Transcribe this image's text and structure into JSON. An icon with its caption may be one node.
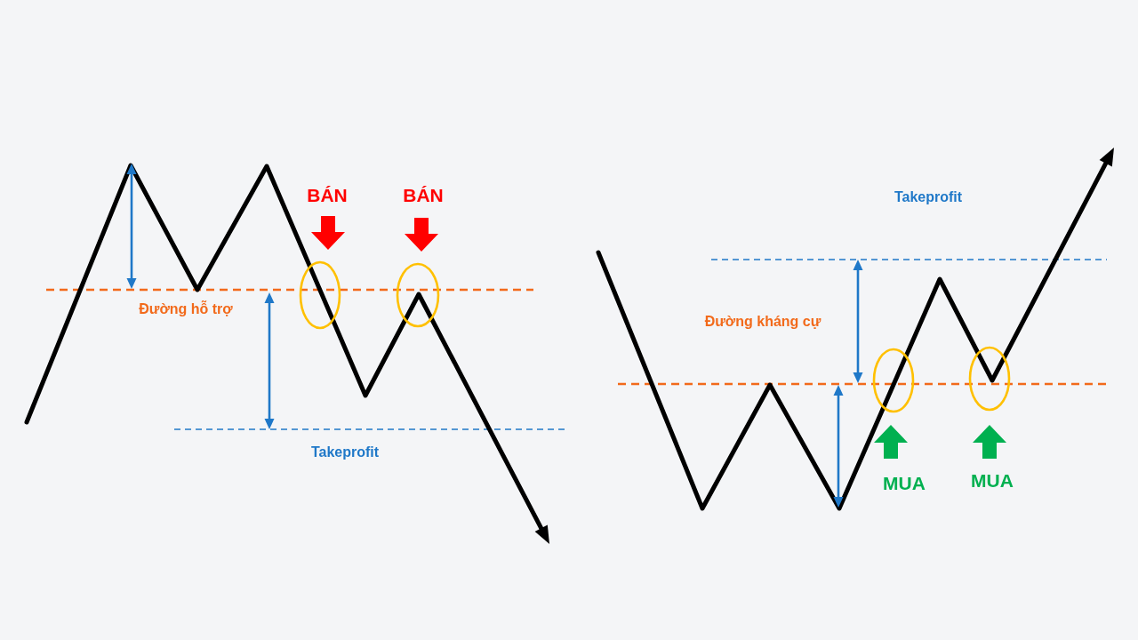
{
  "diagram": {
    "labels": [
      "BÁN",
      "BÁN",
      "Đường hỗ trợ",
      "Takeprofit",
      "Takeprofit",
      "Đường kháng cự",
      "MUA",
      "MUA"
    ]
  }
}
